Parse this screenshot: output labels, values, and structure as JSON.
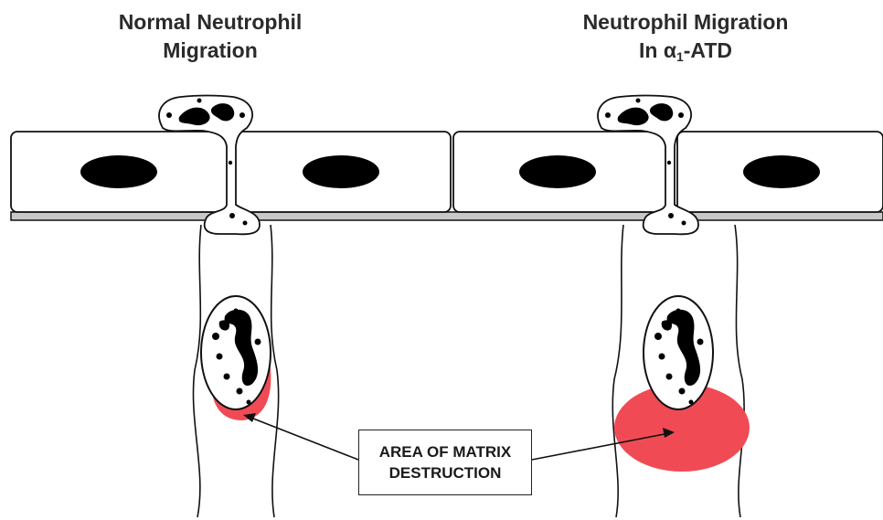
{
  "titles": {
    "left_line1": "Normal Neutrophil",
    "left_line2": "Migration",
    "right_line1": "Neutrophil Migration",
    "right_line2_prefix": "In α",
    "right_line2_sub": "1",
    "right_line2_suffix": "-ATD"
  },
  "callout": {
    "line1": "AREA OF MATRIX",
    "line2": "DESTRUCTION"
  },
  "colors": {
    "destruction": "#f04b55",
    "outline": "#111111",
    "membrane": "#c8c8c8"
  }
}
